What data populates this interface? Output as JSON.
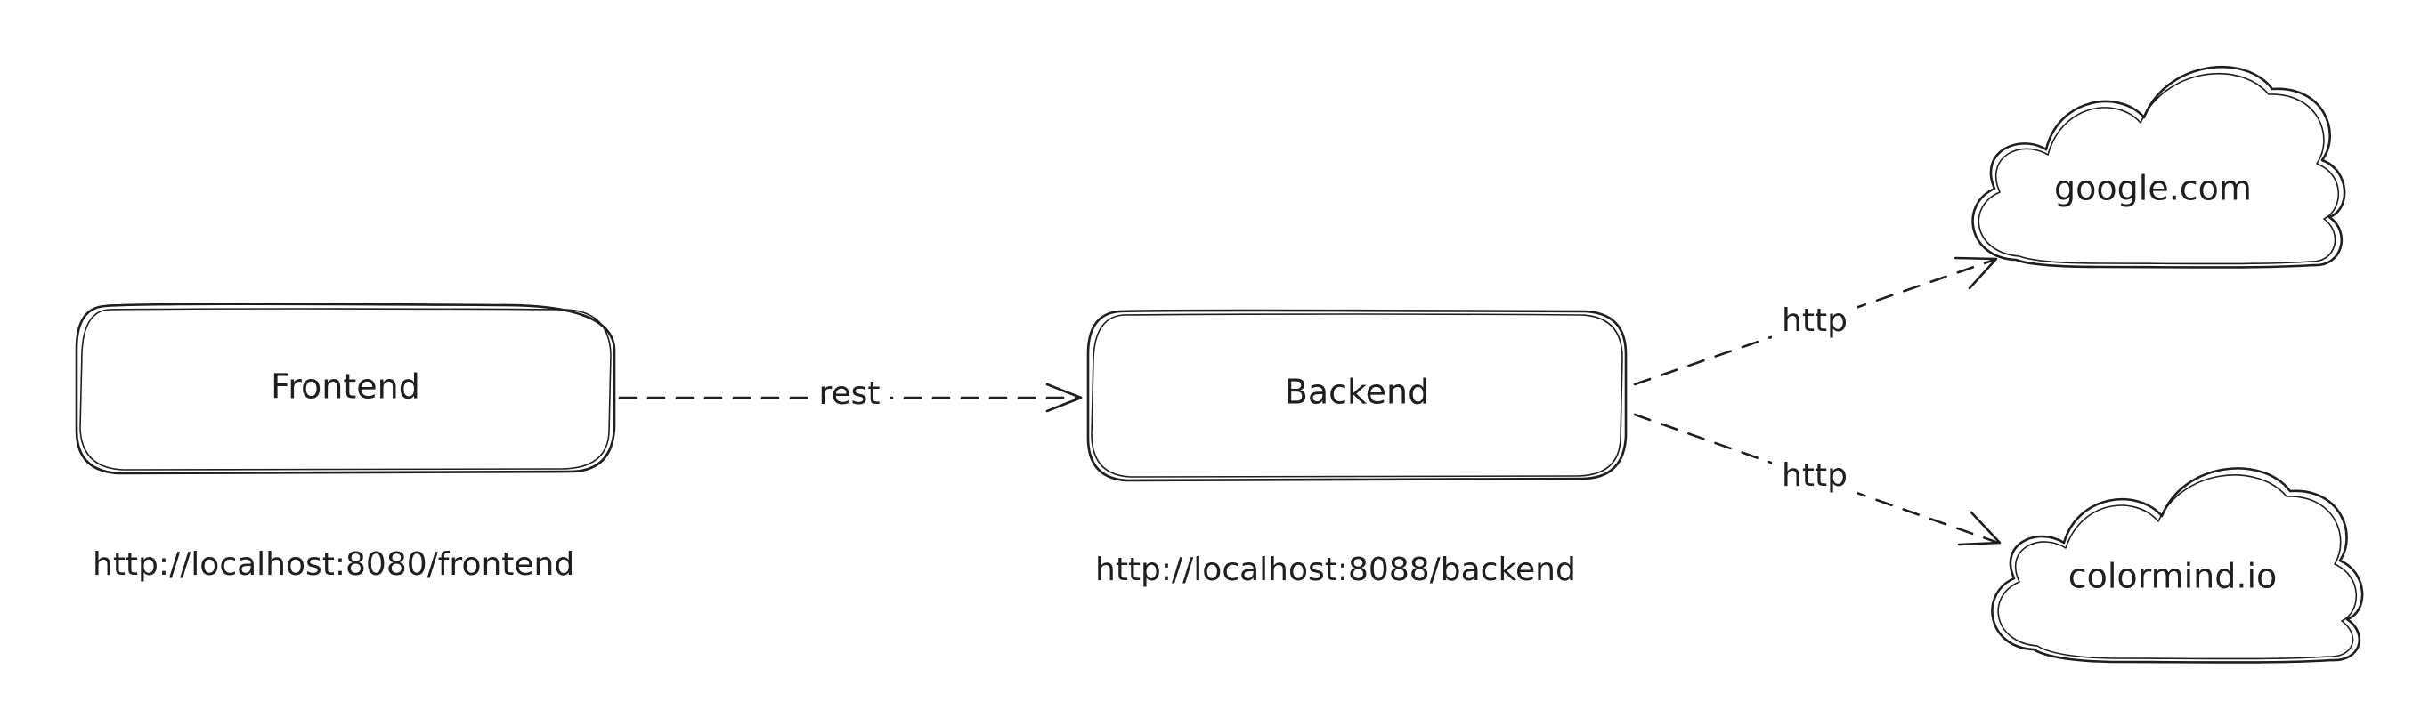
{
  "nodes": {
    "frontend": {
      "label": "Frontend",
      "url": "http://localhost:8080/frontend"
    },
    "backend": {
      "label": "Backend",
      "url": "http://localhost:8088/backend"
    },
    "google": {
      "label": "google.com"
    },
    "colormind": {
      "label": "colormind.io"
    }
  },
  "edges": {
    "frontend_to_backend": {
      "label": "rest",
      "style": "dashed"
    },
    "backend_to_google": {
      "label": "http",
      "style": "dashed"
    },
    "backend_to_colormind": {
      "label": "http",
      "style": "dashed"
    }
  },
  "colors": {
    "stroke": "#1e1e1e",
    "background": "#ffffff"
  }
}
